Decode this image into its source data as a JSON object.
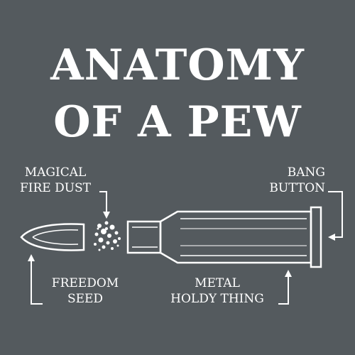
{
  "title": {
    "line1": "ANATOMY",
    "line2": "OF A PEW"
  },
  "labels": {
    "magical_fire_dust": {
      "line1": "MAGICAL",
      "line2": "FIRE DUST"
    },
    "bang_button": {
      "line1": "BANG",
      "line2": "BUTTON"
    },
    "freedom_seed": {
      "line1": "FREEDOM",
      "line2": "SEED"
    },
    "metal_holdy_thing": {
      "line1": "METAL",
      "line2": "HOLDY THING"
    }
  },
  "colors": {
    "background": "#545a5e",
    "ink": "#ffffff"
  }
}
